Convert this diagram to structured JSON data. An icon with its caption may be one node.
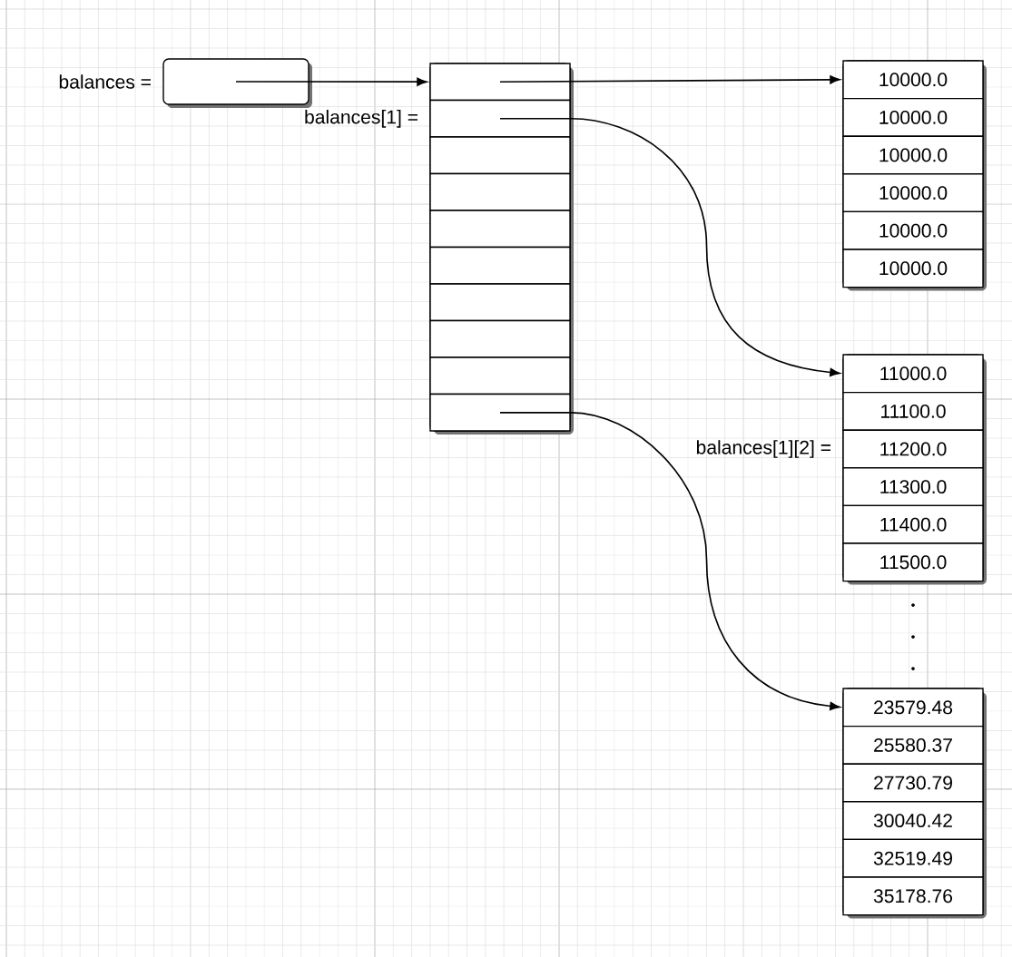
{
  "diagram": {
    "nodes": [
      {
        "text": [],
        "shape": "box",
        "beside": [
          "balances ="
        ]
      },
      {
        "text": [],
        "shape": "box"
      },
      {
        "text": [],
        "shape": "box",
        "in": 1
      },
      {
        "text": [],
        "shape": "box",
        "in": 1,
        "beside": [
          "balances[1] ="
        ]
      },
      {
        "text": [],
        "shape": "box",
        "in": 1
      },
      {
        "text": [],
        "shape": "box",
        "in": 1
      },
      {
        "text": [],
        "shape": "box",
        "in": 1
      },
      {
        "text": [],
        "shape": "box",
        "in": 1
      },
      {
        "text": [],
        "shape": "box",
        "in": 1
      },
      {
        "text": [],
        "shape": "box",
        "in": 1
      },
      {
        "text": [],
        "shape": "box",
        "in": 1
      },
      {
        "text": [],
        "shape": "box",
        "in": 1
      },
      {
        "text": [],
        "shape": "box"
      },
      {
        "text": [
          "10000.0"
        ],
        "in": 12
      },
      {
        "text": [
          "10000.0"
        ],
        "in": 12
      },
      {
        "text": [
          "10000.0"
        ],
        "in": 12
      },
      {
        "text": [
          "10000.0"
        ],
        "in": 12
      },
      {
        "text": [
          "10000.0"
        ],
        "in": 12
      },
      {
        "text": [
          "10000.0"
        ],
        "in": 12
      },
      {
        "text": [],
        "shape": "box"
      },
      {
        "text": [
          "11000.0"
        ],
        "in": 19
      },
      {
        "text": [
          "11100.0"
        ],
        "in": 19
      },
      {
        "text": [
          "11200.0"
        ],
        "in": 19,
        "beside": [
          "balances[1][2] ="
        ]
      },
      {
        "text": [
          "11300.0"
        ],
        "in": 19
      },
      {
        "text": [
          "11400.0"
        ],
        "in": 19
      },
      {
        "text": [
          "11500.0"
        ],
        "in": 19
      },
      {
        "text": [],
        "shape": "box"
      },
      {
        "text": [
          "23579.48"
        ],
        "in": 26
      },
      {
        "text": [
          "25580.37"
        ],
        "in": 26
      },
      {
        "text": [
          "27730.79"
        ],
        "in": 26
      },
      {
        "text": [
          "30040.42"
        ],
        "in": 26
      },
      {
        "text": [
          "32519.49"
        ],
        "in": 26
      },
      {
        "text": [
          "35178.76"
        ],
        "in": 26
      }
    ],
    "edges": [
      {
        "from": 0,
        "to": 2,
        "arrow": "to"
      },
      {
        "from": 2,
        "to": 13,
        "arrow": "to"
      },
      {
        "from": 3,
        "to": 20,
        "arrow": "to"
      },
      {
        "from": 11,
        "to": 27,
        "arrow": "to"
      }
    ]
  }
}
